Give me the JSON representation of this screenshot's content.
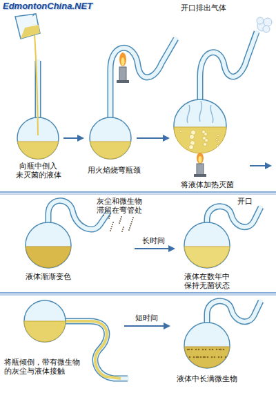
{
  "diagram": {
    "labels": [
      "EdmontonChina.NET",
      "开口排出气体",
      "向瓶中倒入 未灭菌的液体",
      "用火焰烧弯瓶颈",
      "将液体加热灭菌",
      "灰尘和微生物 滞留在弯管处",
      "长时间",
      "开口",
      "液体渐渐变色",
      "液体在数年中 保持无菌状态",
      "短时间",
      "将瓶倾倒，带有微生物 的灰尘与液体接触",
      "液体中长满微生物"
    ]
  }
}
